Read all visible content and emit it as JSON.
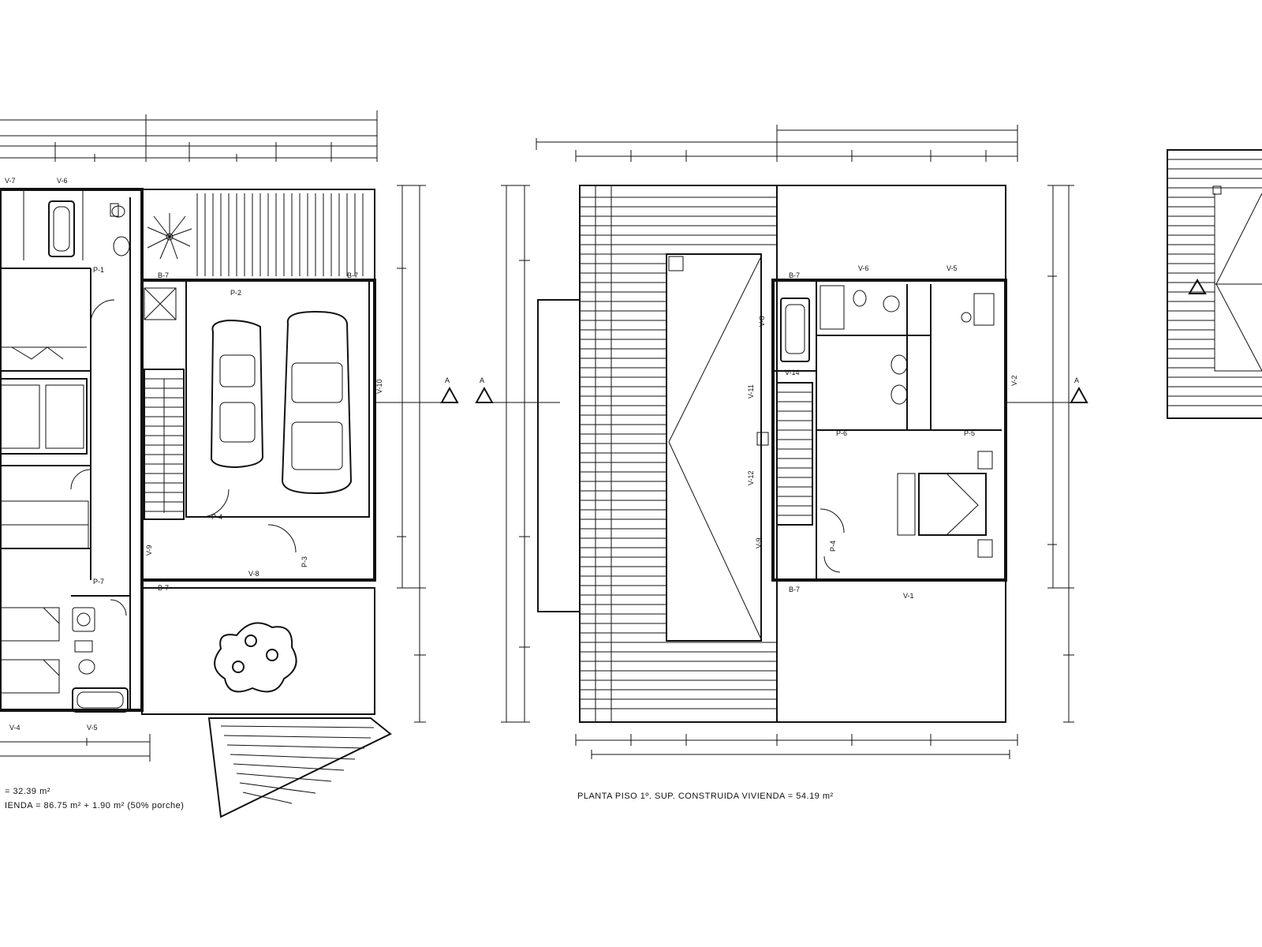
{
  "ground_floor": {
    "window_labels": [
      "V-7",
      "V-6",
      "V-10",
      "V-4",
      "V-5",
      "V-8",
      "V-9"
    ],
    "door_labels": [
      "P-1",
      "P-2",
      "P-4",
      "P-7",
      "P-3"
    ],
    "blind_labels": [
      "B-7",
      "B-7",
      "B-7"
    ],
    "section_mark": "A",
    "caption_line1": "=   32.39  m²",
    "caption_line2": "IENDA  =   86.75  m² + 1.90  m²  (50% porche)"
  },
  "first_floor": {
    "window_labels": [
      "V-6",
      "V-5",
      "V-8",
      "V-11",
      "V-12",
      "V-14",
      "V-9",
      "V-2",
      "V-1"
    ],
    "door_labels": [
      "P-6",
      "P-5",
      "P-4"
    ],
    "blind_labels": [
      "B-7",
      "B-7"
    ],
    "section_mark_left": "A",
    "section_mark_right": "A",
    "caption": "PLANTA  PISO  1º.  SUP.  CONSTRUIDA  VIVIENDA  =    54.19  m²"
  },
  "colors": {
    "line": "#111111",
    "background": "#ffffff"
  }
}
